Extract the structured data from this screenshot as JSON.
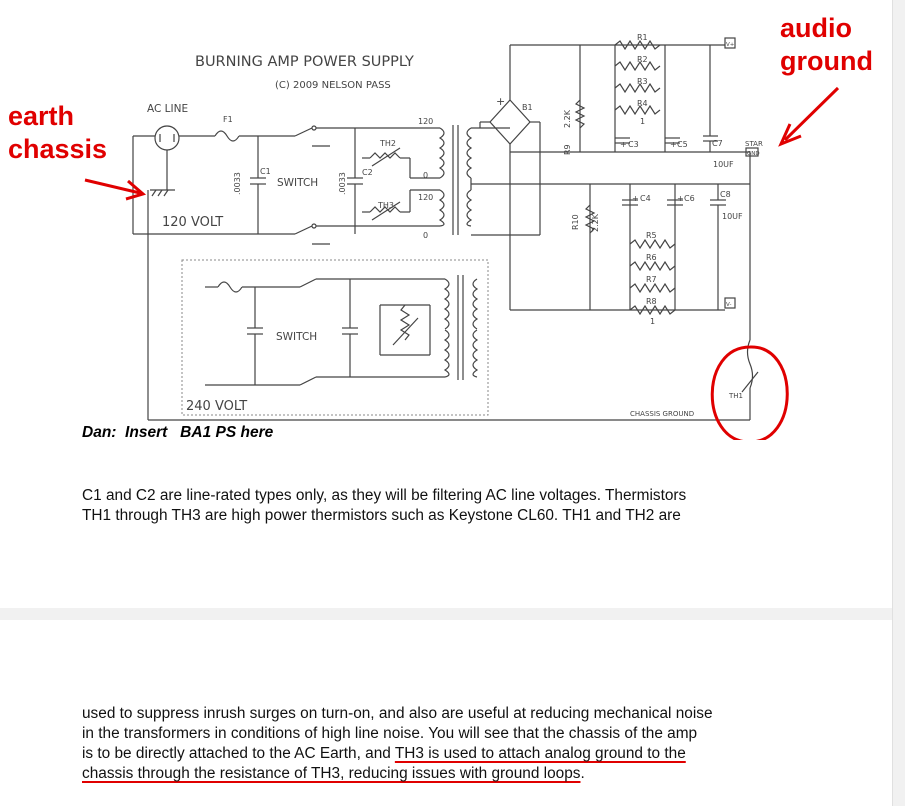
{
  "schematic": {
    "title": "BURNING AMP POWER SUPPLY",
    "copyright": "(C) 2009 NELSON PASS",
    "ac_line": "AC LINE",
    "labels": {
      "f1": "F1",
      "c1": "C1",
      "c2": "C2",
      "val_0033a": ".0033",
      "val_0033b": ".0033",
      "switch": "SWITCH",
      "switch2": "SWITCH",
      "th2": "TH2",
      "th3": "TH3",
      "th1": "TH1",
      "v120a": "120",
      "v120b": "120",
      "zero_a": "0",
      "zero_b": "0",
      "b1": "B1",
      "plus": "+",
      "r1": "R1",
      "r2": "R2",
      "r3": "R3",
      "r4": "R4",
      "one_a": "1",
      "r5": "R5",
      "r6": "R6",
      "r7": "R7",
      "r8": "R8",
      "one_b": "1",
      "r9": "R9",
      "r9v": "2.2K",
      "r10": "R10",
      "r10v": "2.2K",
      "c3": "C3",
      "c4": "C4",
      "c5": "C5",
      "c6": "C6",
      "c7": "C7",
      "c8": "C8",
      "uf_a": "10UF",
      "uf_b": "10UF",
      "star": "STAR",
      "gnd": "GND",
      "vplus": "V+",
      "vminus": "V-",
      "chassis_ground": "CHASSIS GROUND",
      "volt120": "120 VOLT",
      "volt240": "240 VOLT"
    }
  },
  "annotations": {
    "earth": [
      "earth",
      "chassis"
    ],
    "audio": [
      "audio",
      "ground"
    ]
  },
  "note": "Dan:  Insert   BA1 PS here",
  "paragraph1": [
    "C1 and C2 are line-rated types only, as they will be filtering AC line voltages.  Thermistors",
    "TH1 through TH3 are high power thermistors such as Keystone CL60.  TH1 and TH2 are"
  ],
  "paragraph2": {
    "line1": "used to suppress inrush surges on turn-on, and also are useful at reducing mechanical noise",
    "line2": "in the transformers in conditions of high line noise.  You will see that the chassis of the amp",
    "line3_plain": "is to be directly attached to the AC Earth, and ",
    "line3_ul": "TH3 is used to attach analog ground to the",
    "line4_ul": "chassis through the resistance of TH3, reducing issues with ground loops",
    "line4_end": "."
  },
  "colors": {
    "annotation": "#e00000",
    "schematic": "#444444"
  }
}
